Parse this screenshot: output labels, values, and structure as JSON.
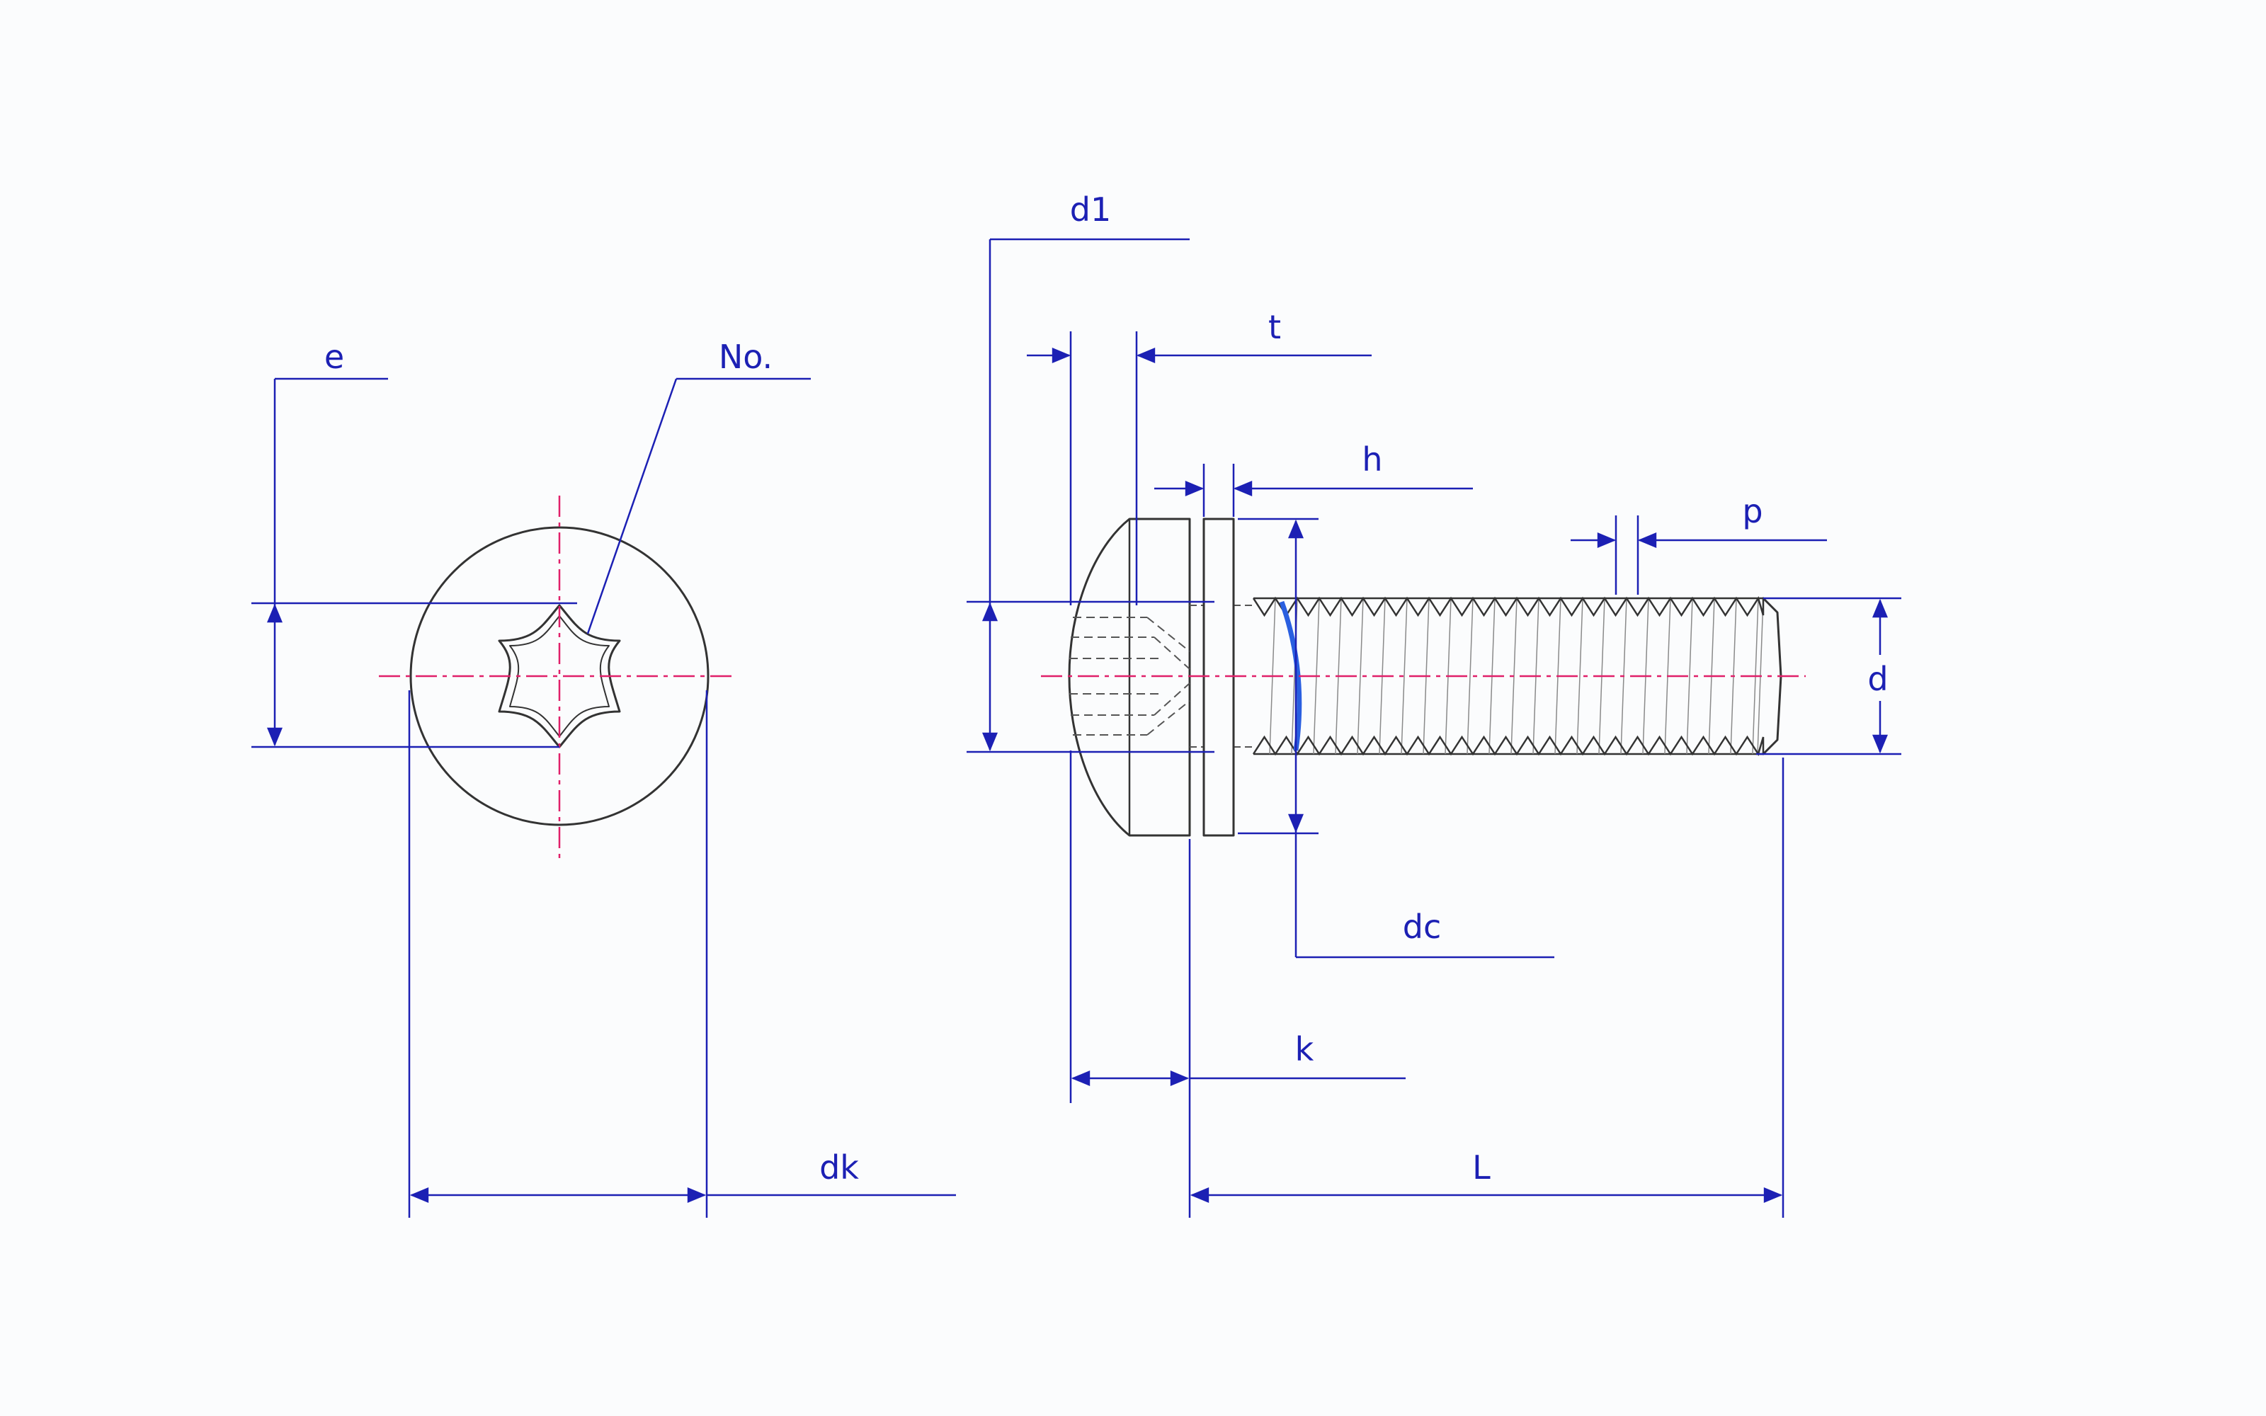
{
  "colors": {
    "background": "#fbfcfd",
    "dimension": "#1c20b4",
    "centerline": "#e0206a",
    "part": "#333333",
    "highlight": "#2a5fe0"
  },
  "labels": {
    "e": "e",
    "no": "No.",
    "dk": "dk",
    "d1": "d1",
    "t": "t",
    "h": "h",
    "p": "p",
    "d": "d",
    "dc": "dc",
    "k": "k",
    "L": "L"
  }
}
